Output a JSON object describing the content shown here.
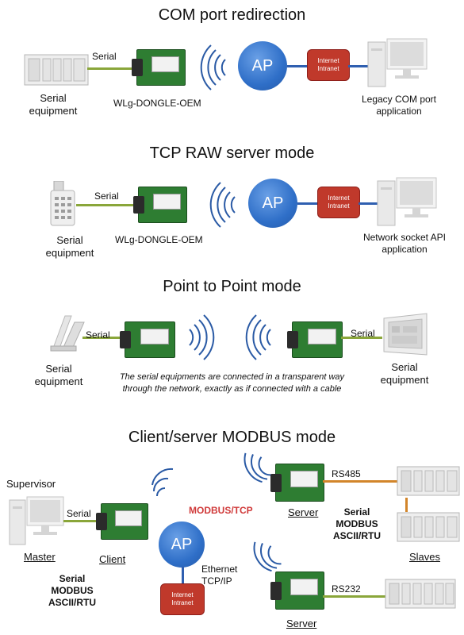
{
  "sections": {
    "com": {
      "title": "COM port redirection",
      "serial_label": "Serial",
      "equipment_label_1": "Serial",
      "equipment_label_2": "equipment",
      "dongle_label": "WLg-DONGLE-OEM",
      "ap_label": "AP",
      "internet_1": "Internet",
      "internet_2": "Intranet",
      "app_label_1": "Legacy COM port",
      "app_label_2": "application"
    },
    "tcp": {
      "title": "TCP RAW server mode",
      "serial_label": "Serial",
      "equipment_label_1": "Serial",
      "equipment_label_2": "equipment",
      "dongle_label": "WLg-DONGLE-OEM",
      "ap_label": "AP",
      "internet_1": "Internet",
      "internet_2": "Intranet",
      "app_label_1": "Network socket API",
      "app_label_2": "application"
    },
    "p2p": {
      "title": "Point to Point mode",
      "serial_left": "Serial",
      "serial_right": "Serial",
      "equip_left_1": "Serial",
      "equip_left_2": "equipment",
      "equip_right_1": "Serial",
      "equip_right_2": "equipment",
      "note_1": "The serial equipments are connected in a transparent way",
      "note_2": "through the network, exactly as if connected with a cable"
    },
    "modbus": {
      "title": "Client/server MODBUS mode",
      "supervisor": "Supervisor",
      "serial_label": "Serial",
      "master": "Master",
      "client": "Client",
      "left_bold_1": "Serial",
      "left_bold_2": "MODBUS",
      "left_bold_3": "ASCII/RTU",
      "ap_label": "AP",
      "modbus_tcp": "MODBUS/TCP",
      "ethernet_1": "Ethernet",
      "ethernet_2": "TCP/IP",
      "internet_1": "Internet",
      "internet_2": "Intranet",
      "server_top": "Server",
      "rs485": "RS485",
      "right_bold_1": "Serial",
      "right_bold_2": "MODBUS",
      "right_bold_3": "ASCII/RTU",
      "slaves": "Slaves",
      "rs232": "RS232",
      "server_bottom": "Server"
    }
  },
  "colors": {
    "ap_blue": "#2f6fc8",
    "internet_red": "#c0392b",
    "serial_cable": "#8aa63a",
    "network_cable": "#2f5fb0",
    "rs485_cable": "#d2852a"
  }
}
